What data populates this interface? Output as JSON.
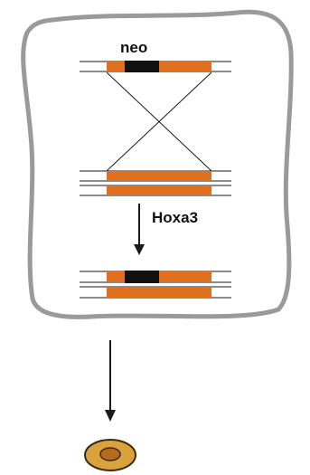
{
  "labels": {
    "neo": "neo",
    "gene": "Hoxa3"
  },
  "colors": {
    "cell_border": "#9a9a9a",
    "gene_segment": "#e0701e",
    "neo_cassette": "#111111",
    "dna_line": "#1a1a1a",
    "arrow": "#1a1a1a",
    "embryo_outer": "#d9a23c",
    "embryo_inner": "#b56a1e"
  },
  "icons": {
    "cell": "cell-outline-shape",
    "arrow": "down-arrow-icon",
    "embryo": "embryo-cell-icon"
  }
}
